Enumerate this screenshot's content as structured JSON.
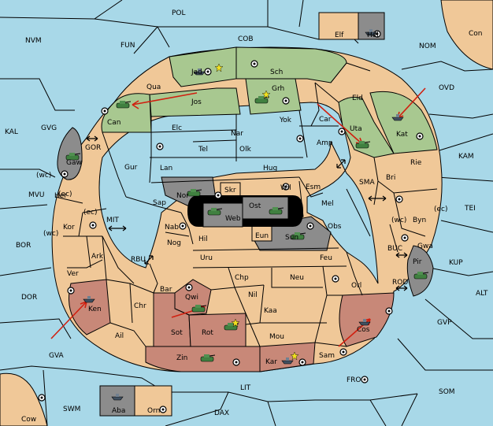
{
  "map": {
    "outer_regions": [
      "POL",
      "NVM",
      "FUN",
      "COB",
      "NOM",
      "Con",
      "OVD",
      "KAL",
      "GVG",
      "KAM",
      "TEI",
      "MVU",
      "BOR",
      "MIT",
      "SMA",
      "ALT",
      "KUP",
      "DOR",
      "GVP",
      "GVA",
      "FRO",
      "SOM",
      "LIT",
      "SWM",
      "DAX",
      "Cow"
    ],
    "ring_regions": [
      "Jad",
      "Sch",
      "Qua",
      "Jos",
      "Grh",
      "Eld",
      "Can",
      "Car",
      "Uta",
      "Kat",
      "Elc",
      "Nar",
      "Yok",
      "Tel",
      "Olk",
      "Amp",
      "Gur",
      "Lan",
      "Hug",
      "Rie",
      "Bri",
      "Gaw",
      "GOR",
      "Esm",
      "Wil",
      "Nor",
      "Skr",
      "Ost",
      "Web",
      "Mel",
      "Sap",
      "Her",
      "Kor",
      "Nab",
      "Hil",
      "Eun",
      "Sun",
      "Obs",
      "Byn",
      "Ark",
      "RBU",
      "Nog",
      "Uru",
      "Feu",
      "BUC",
      "Gwa",
      "Pir",
      "Ver",
      "Bar",
      "Qwi",
      "Chp",
      "Neu",
      "Orl",
      "ROD",
      "Nil",
      "Ken",
      "Chr",
      "Kaa",
      "Ail",
      "Sot",
      "Rot",
      "Mou",
      "Cos",
      "Zin",
      "Kar",
      "Sam",
      "Elf",
      "Hel",
      "Aba",
      "Orn"
    ],
    "coast_markers": [
      "(wc)",
      "(ec)",
      "(ec)",
      "(wc)",
      "(wc)",
      "(ec)"
    ],
    "colors": {
      "sea": "#a8d8e8",
      "land": "#f0c898",
      "green_power": "#a8c890",
      "red_power": "#c88878",
      "grey_power": "#8c8c8c",
      "order_arrow": "#d02010"
    },
    "unit_icons": [
      "army-icon",
      "fleet-icon"
    ]
  }
}
